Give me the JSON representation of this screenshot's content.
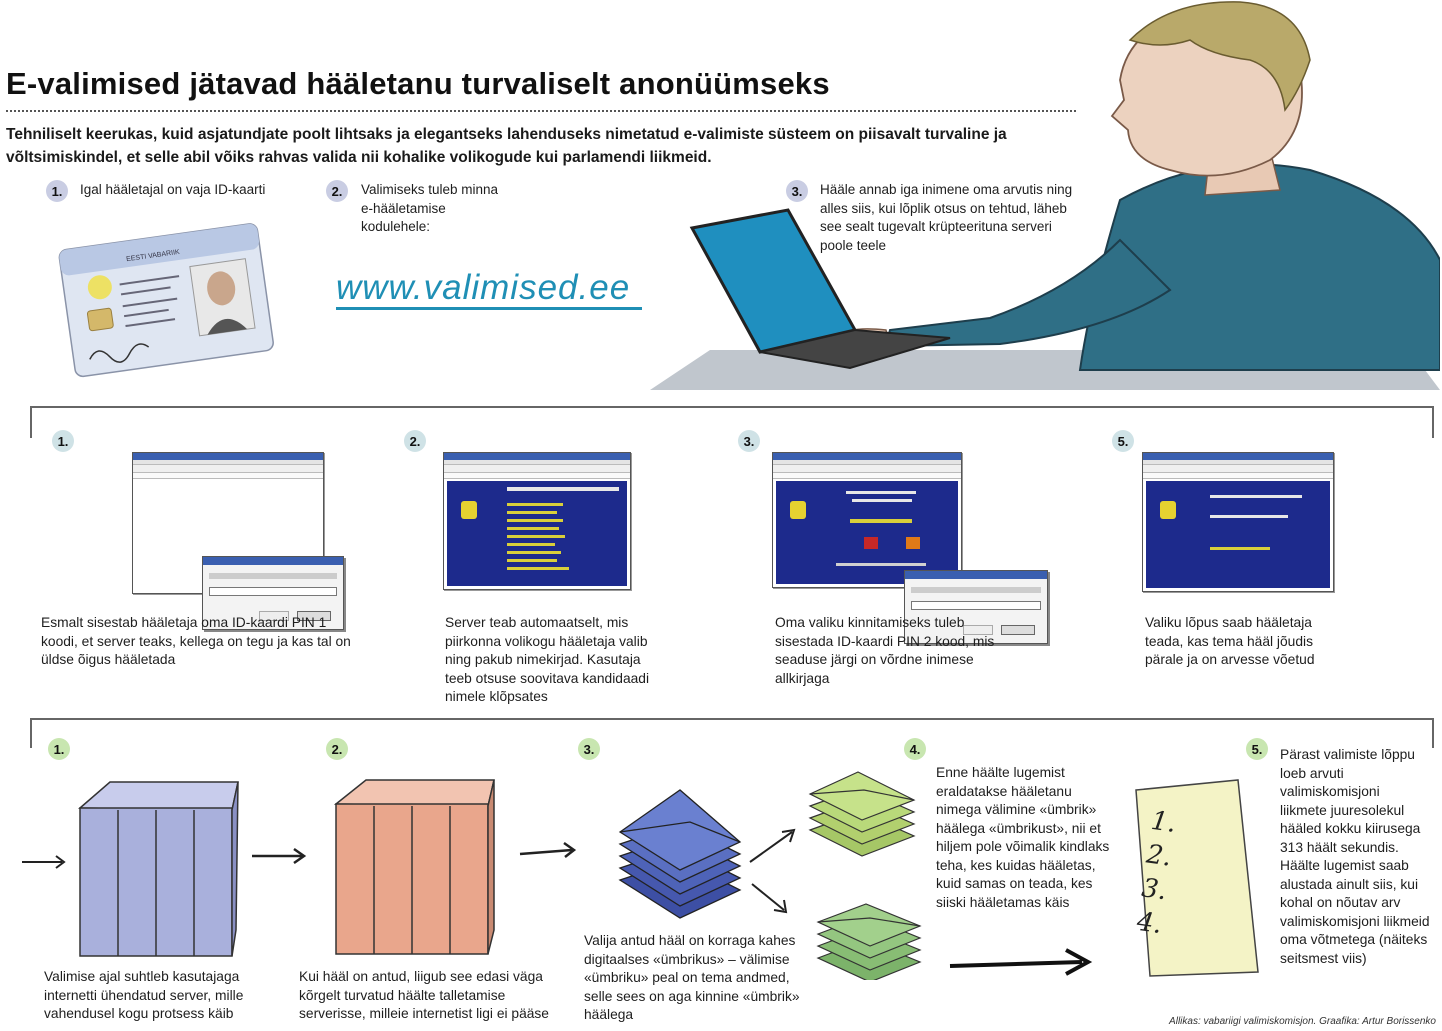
{
  "header": {
    "title": "E-valimised jätavad hääletanu turvaliselt anonüümseks",
    "intro": "Tehniliselt keerukas, kuid asjatundjate poolt lihtsaks ja elegantseks lahenduseks nimetatud e-valimiste süsteem on piisavalt turvaline ja võltsimiskindel, et selle abil võiks rahvas valida nii kohalike volikogude kui parlamendi liikmeid."
  },
  "top_steps": [
    {
      "num": "1.",
      "text": "Igal hääletajal on vaja ID-kaarti"
    },
    {
      "num": "2.",
      "text": "Valimiseks tuleb minna e-hääletamise kodulehele:"
    },
    {
      "num": "3.",
      "text": "Hääle annab iga inimene oma arvutis ning alles siis, kui lõplik otsus on tehtud, läheb see sealt tugevalt krüpteerituna serveri poole teele"
    }
  ],
  "url": "www.valimised.ee",
  "id_card": {
    "label": "EESTI VABARIIK"
  },
  "screen_steps": [
    {
      "num": "1.",
      "text": "Esmalt sisestab hääletaja oma ID-kaardi PIN 1  koodi, et server teaks, kellega on tegu ja kas tal on üldse õigus hääletada"
    },
    {
      "num": "2.",
      "text": "Server teab automaatselt, mis piirkonna volikogu hääletaja valib ning pakub nimekirjad. Kasutaja teeb otsuse soovitava kandidaadi nimele klõpsates"
    },
    {
      "num": "3.",
      "text": "Oma valiku kinnitamiseks tuleb sisestada ID-kaardi PIN 2 kood, mis seaduse järgi on võrdne inimese allkirjaga"
    },
    {
      "num": "5.",
      "text": "Valiku lõpus saab hääletaja teada, kas tema hääl jõudis pärale ja on arvesse võetud"
    }
  ],
  "process_steps": [
    {
      "num": "1.",
      "text": "Valimise ajal suhtleb kasutajaga internetti ühendatud server, mille vahendusel kogu protsess käib"
    },
    {
      "num": "2.",
      "text": "Kui hääl on antud, liigub see edasi väga kõrgelt turvatud häälte talletamise serverisse, milleie internetist ligi ei pääse"
    },
    {
      "num": "3.",
      "text": "Valija antud hääl on korraga kahes digitaalses «ümbrikus» – välimise «ümbriku» peal on tema andmed, selle sees on aga kinnine «ümbrik» häälega"
    },
    {
      "num": "4.",
      "text": "Enne häälte lugemist eraldatakse hääletanu nimega välimine «ümbrik» häälega «ümbrikust», nii et hiljem pole võimalik kindlaks teha, kes kuidas hääletas, kuid samas on teada, kes siiski hääletamas käis"
    },
    {
      "num": "5.",
      "text": "Pärast valimiste lõppu loeb arvuti valimiskomisjoni liikmete juuresolekul hääled kokku kiirusega 313 häält sekundis. Häälte lugemist saab alustada ainult siis, kui kohal on nõutav arv valimiskomisjoni liikmeid oma võtmetega (näiteks seitsmest viis)"
    }
  ],
  "ballot_numbers": [
    "1.",
    "2.",
    "3.",
    "4."
  ],
  "source": "Allikas: vabariigi valimiskomisjon. Graafika: Artur Borissenko",
  "colors": {
    "url": "#1f8fb5",
    "server1": "#a9b0dc",
    "server2": "#e9a68c",
    "envelope_blue": "#4e63b8",
    "envelope_green": "#b9d97a",
    "ballot": "#f4f3c6"
  }
}
